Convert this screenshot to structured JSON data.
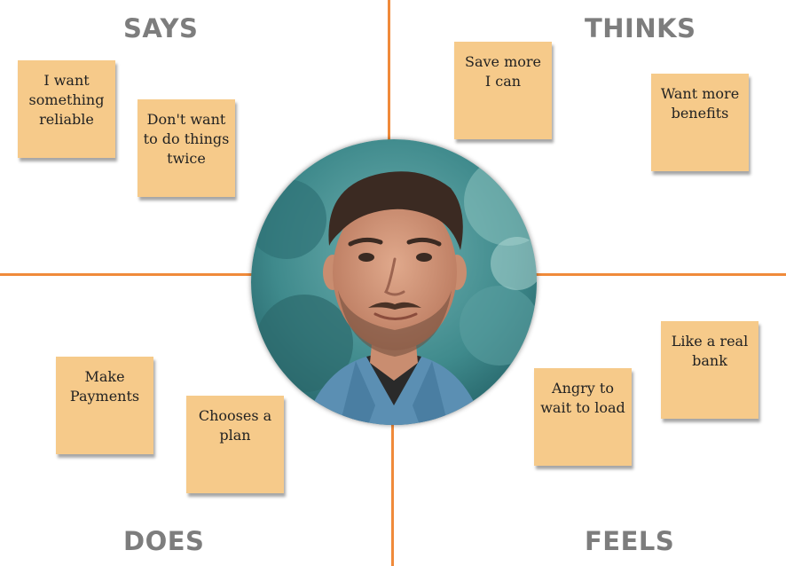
{
  "quadrants": {
    "says": {
      "title": "SAYS",
      "notes": [
        "I want\nsomething\nreliable",
        "Don't want\nto do things\ntwice"
      ]
    },
    "thinks": {
      "title": "THINKS",
      "notes": [
        "Save more\nI can",
        "Want more\nbenefits"
      ]
    },
    "does": {
      "title": "DOES",
      "notes": [
        "Make\nPayments",
        "Chooses a\nplan"
      ]
    },
    "feels": {
      "title": "FEELS",
      "notes": [
        "Angry to\nwait to load",
        "Like a real\nbank"
      ]
    }
  },
  "colors": {
    "divider": "#f08a3a",
    "sticky_note": "#f6ca8a",
    "label": "#7d7d7d"
  }
}
